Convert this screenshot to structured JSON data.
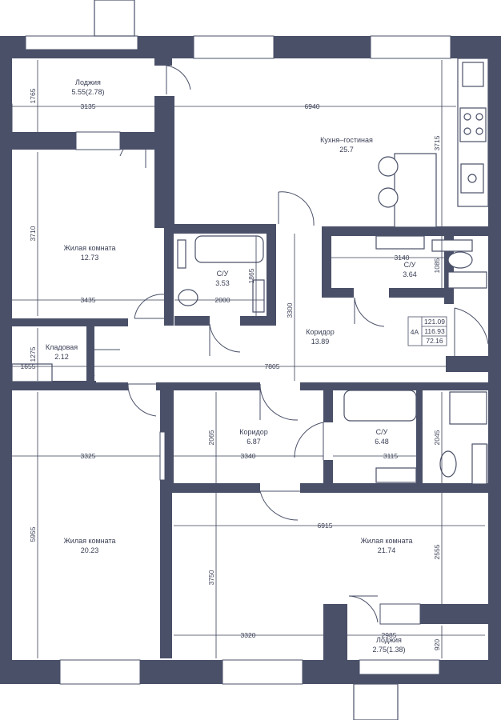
{
  "rooms": [
    {
      "name": "Лоджия",
      "area": "5.55(2.78)"
    },
    {
      "name": "Кухня–гостиная",
      "area": "25.7"
    },
    {
      "name": "Жилая комната",
      "area": "12.73"
    },
    {
      "name": "С/У",
      "area": "3.53"
    },
    {
      "name": "С/У",
      "area": "3.64"
    },
    {
      "name": "Коридор",
      "area": "13.89"
    },
    {
      "name": "Кладовая",
      "area": "2.12"
    },
    {
      "name": "Коридор",
      "area": "6.87"
    },
    {
      "name": "С/У",
      "area": "6.48"
    },
    {
      "name": "Жилая комната",
      "area": "20.23"
    },
    {
      "name": "Жилая комната",
      "area": "21.74"
    },
    {
      "name": "Лоджия",
      "area": "2.75(1.38)"
    }
  ],
  "apartment": {
    "code": "4А",
    "total_area": "121.09",
    "area_without_loggia": "116.93",
    "living_area": "72.16"
  },
  "dimensions": [
    "1765",
    "3135",
    "6940",
    "3715",
    "3710",
    "3435",
    "1865",
    "2000",
    "3140",
    "1085",
    "3300",
    "1275",
    "1655",
    "7805",
    "2065",
    "3325",
    "3340",
    "3115",
    "2045",
    "5955",
    "6915",
    "2555",
    "3750",
    "3320",
    "2985",
    "920"
  ],
  "colors": {
    "wall": "#4a5068",
    "background": "#ffffff",
    "text": "#3a3f55"
  }
}
